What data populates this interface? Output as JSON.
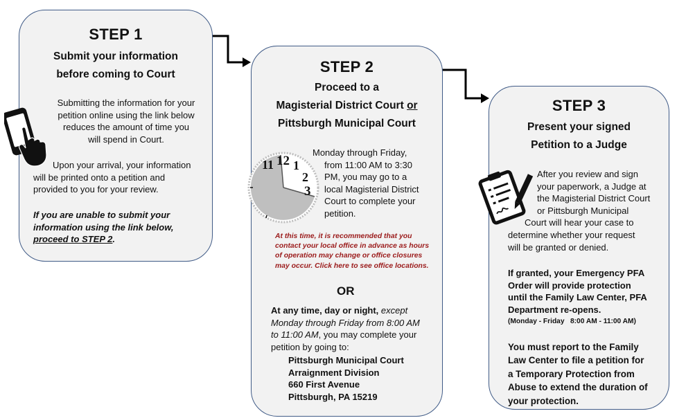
{
  "step1": {
    "title": "STEP 1",
    "subtitle_lines": [
      "Submit your information",
      "before coming to Court"
    ],
    "para1_lines": [
      "Submitting the information for your",
      "petition online using the link below",
      "reduces the amount of time you",
      "will spend in Court."
    ],
    "para2_lines": [
      "Upon your arrival, your information",
      "will be printed onto a petition and",
      "provided to you for your review."
    ],
    "para3_lines": [
      "If you are unable to submit your",
      "information using the link below,"
    ],
    "para3_link": "proceed to STEP 2",
    "para3_end": ".",
    "icon": "hand-phone-icon"
  },
  "step2": {
    "title": "STEP 2",
    "subtitle_line1": "Proceed to a",
    "subtitle_line2_a": "Magisterial District Court ",
    "subtitle_line2_or": "or",
    "subtitle_line3": "Pittsburgh Municipal Court",
    "hours_lines": [
      "Monday through Friday,",
      "from 11:00 AM to 3:30",
      "PM, you may go to a",
      "local Magisterial District",
      "Court to complete your",
      "petition."
    ],
    "notice_lines": [
      "At this time, it is recommended that you",
      "contact your local office in advance as hours",
      "of operation may change or office closures",
      "may occur. Click here to see office locations."
    ],
    "or_label": "OR",
    "anytime_bold": "At any time, day or night, ",
    "anytime_italic_1": "except",
    "anytime_italic_2": "Monday through Friday from 8:00 AM",
    "anytime_italic_3": "to 11:00 AM",
    "anytime_rest_1": ", you may complete your",
    "anytime_rest_2": "petition by going to:",
    "address_lines": [
      "Pittsburgh Municipal Court",
      "Arraignment Division",
      "660 First Avenue",
      "Pittsburgh, PA 15219"
    ],
    "clock_numbers": [
      "11",
      "12",
      "1",
      "2",
      "3"
    ],
    "icon": "clock-icon"
  },
  "step3": {
    "title": "STEP 3",
    "subtitle_lines": [
      "Present your signed",
      "Petition to a Judge"
    ],
    "para1_lines": [
      "After you review and sign",
      "your paperwork, a Judge at",
      "the Magisterial District Court",
      "or Pittsburgh Municipal",
      "Court will hear your case to",
      "determine whether your request",
      "will be granted or denied."
    ],
    "para2_lines": [
      "If granted, your Emergency PFA",
      "Order will provide protection",
      "until the Family Law Center, PFA",
      "Department re-opens."
    ],
    "hours_note": "(Monday - Friday   8:00 AM - 11:00 AM)",
    "para3_lines": [
      "You must report to the Family",
      "Law Center to file a petition for",
      "a Temporary Protection from",
      "Abuse to extend the duration of",
      "your protection."
    ],
    "icon": "signed-document-icon"
  },
  "colors": {
    "card_fill": "#f2f2f2",
    "card_border": "#3f5a86",
    "notice_red": "#9b1b1b"
  }
}
